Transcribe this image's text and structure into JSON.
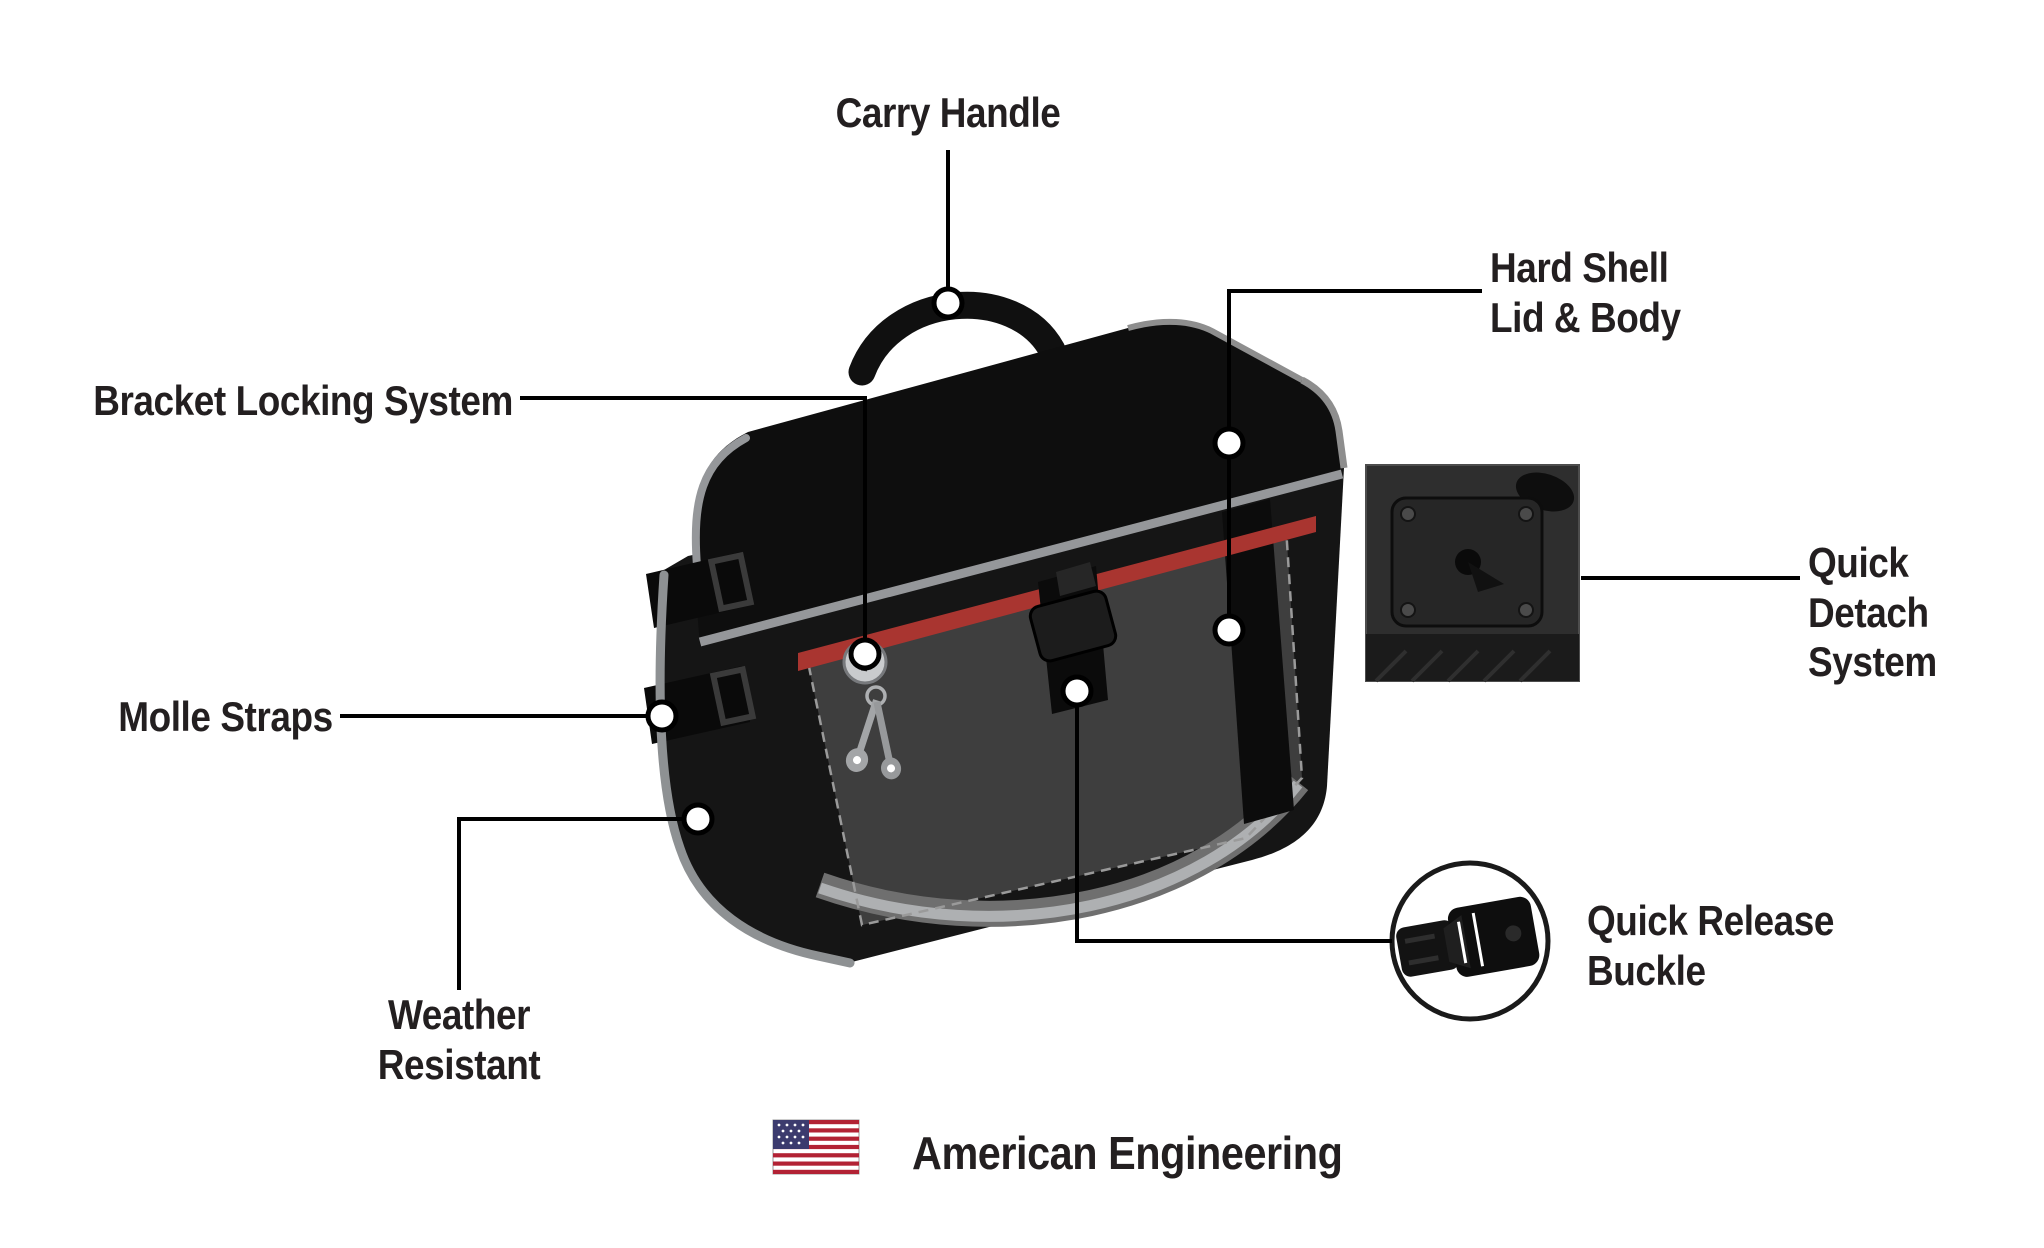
{
  "diagram": {
    "subject": "motorcycle-saddlebag-feature-diagram",
    "callouts": {
      "carry_handle": {
        "label": "Carry Handle"
      },
      "hard_shell": {
        "label": "Hard Shell\nLid & Body"
      },
      "bracket_locking": {
        "label": "Bracket Locking System"
      },
      "quick_detach": {
        "label": "Quick Detach\nSystem"
      },
      "molle_straps": {
        "label": "Molle Straps"
      },
      "weather_resistant": {
        "label": "Weather Resistant"
      },
      "quick_release": {
        "label": "Quick Release\nBuckle"
      }
    },
    "insets": {
      "quick_detach_photo": "quick-detach-mounting-plate",
      "quick_release_icon": "side-release-buckle"
    },
    "footer": {
      "label": "American Engineering",
      "flag": "us-flag"
    },
    "colors": {
      "background": "#ffffff",
      "callout_line": "#000000",
      "label_text": "#231f20",
      "bag_black": "#141414",
      "trim_gray": "#8e9193",
      "accent_red": "#a93530",
      "flag_red": "#b22234",
      "flag_blue": "#3c3b6e"
    }
  }
}
